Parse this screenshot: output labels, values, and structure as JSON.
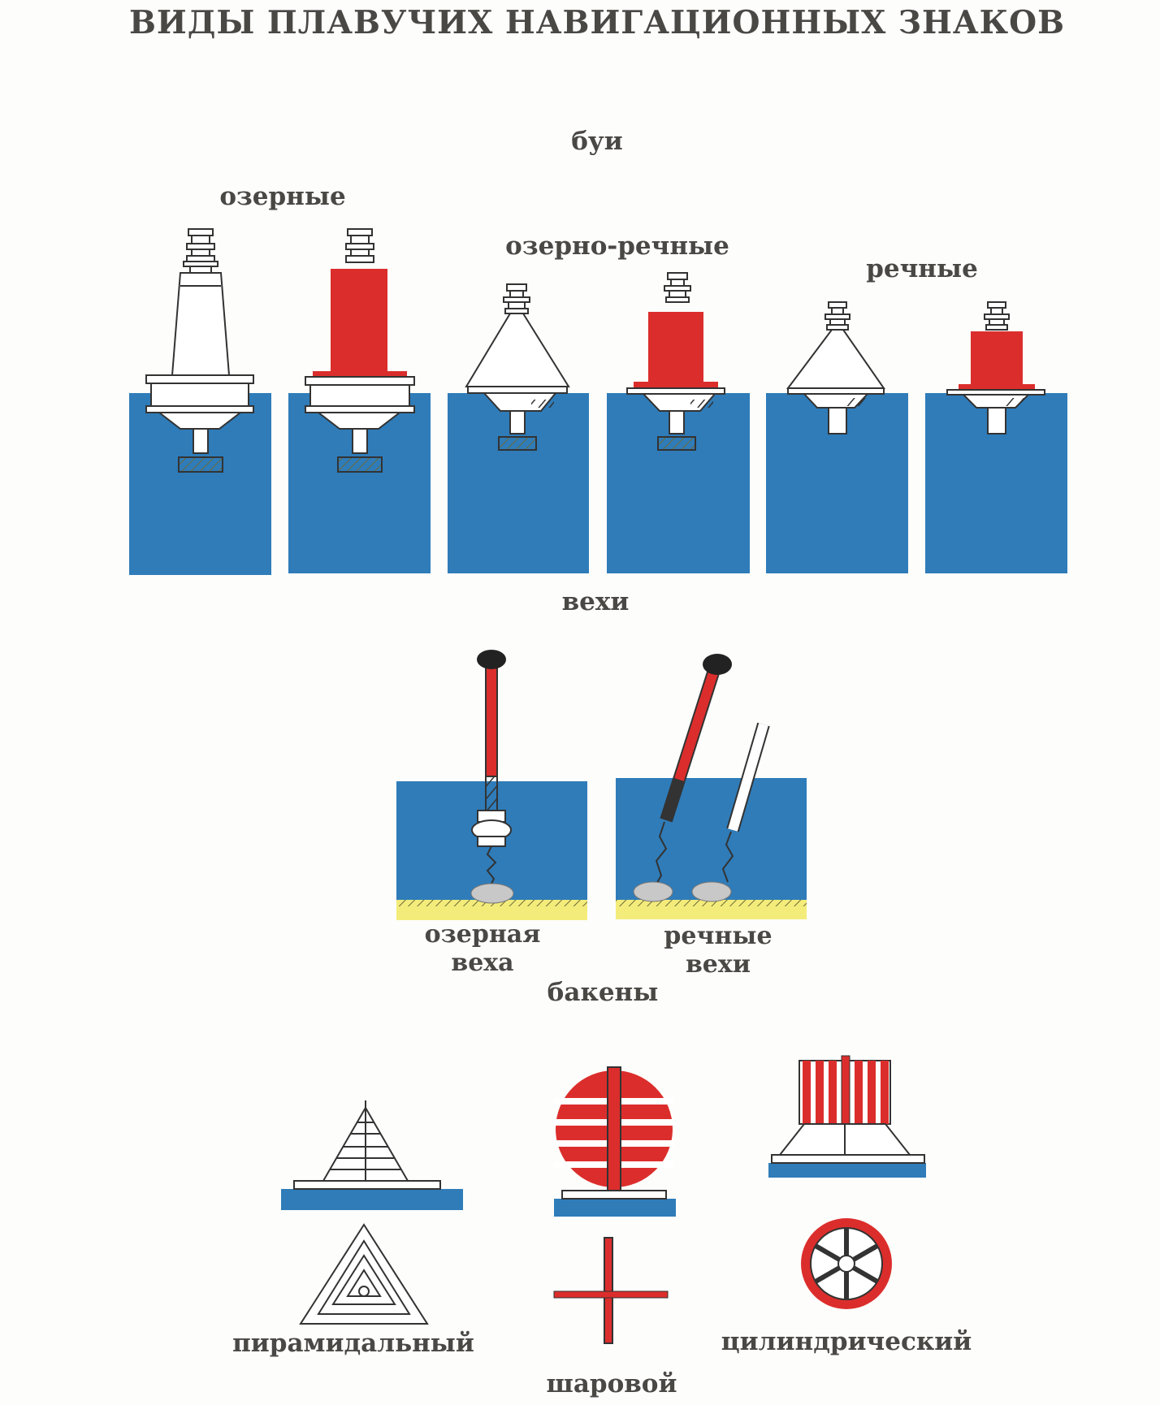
{
  "title": "ВИДЫ ПЛАВУЧИХ НАВИГАЦИОННЫХ ЗНАКОВ",
  "sections": {
    "buoys": {
      "heading": "буи",
      "groups": [
        "озерные",
        "озерно-речные",
        "речные"
      ]
    },
    "spars": {
      "heading": "вехи",
      "lake_label_line1": "озерная",
      "lake_label_line2": "веха",
      "river_label_line1": "речные",
      "river_label_line2": "вехи"
    },
    "beacons": {
      "heading": "бакены",
      "types": [
        "пирамидальный",
        "шаровой",
        "цилиндрический"
      ]
    }
  },
  "colors": {
    "water": "#2f7cb9",
    "red": "#db2e2c",
    "sand": "#f4ec7a",
    "outline": "#333333",
    "text": "#4a4845"
  }
}
